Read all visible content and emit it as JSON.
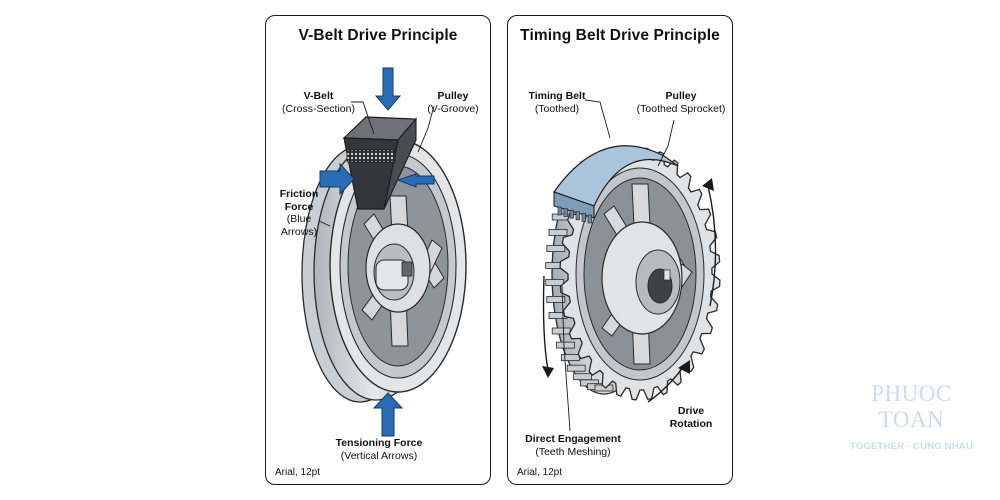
{
  "vbelt_panel": {
    "title": "V-Belt Drive Principle",
    "vbelt_label": "V-Belt",
    "vbelt_sub": "(Cross-Section)",
    "pulley_label": "Pulley",
    "pulley_sub": "(V-Groove)",
    "friction_label_1": "Friction",
    "friction_label_2": "Force",
    "friction_sub_1": "(Blue",
    "friction_sub_2": "Arrows)",
    "tension_label": "Tensioning Force",
    "tension_sub": "(Vertical Arrows)",
    "footer": "Arial, 12pt"
  },
  "timing_panel": {
    "title": "Timing Belt Drive Principle",
    "belt_label": "Timing Belt",
    "belt_sub": "(Toothed)",
    "pulley_label": "Pulley",
    "pulley_sub": "(Toothed Sprocket)",
    "engage_label": "Direct Engagement",
    "engage_sub": "(Teeth Meshing)",
    "rotation_label_1": "Drive",
    "rotation_label_2": "Rotation",
    "footer": "Arial, 12pt"
  },
  "brand": {
    "name": "PHUOC TOAN",
    "tagline": "TOGETHER - CUNG NHAU"
  },
  "colors": {
    "arrow_blue": "#2a6db5",
    "metal_light": "#dfe3e6",
    "metal_mid": "#b3b9be",
    "metal_dark": "#7c8489",
    "belt_dark": "#3a3d40",
    "timing_belt_blue": "#a9c4dc",
    "watermark": "#c8dcea"
  }
}
